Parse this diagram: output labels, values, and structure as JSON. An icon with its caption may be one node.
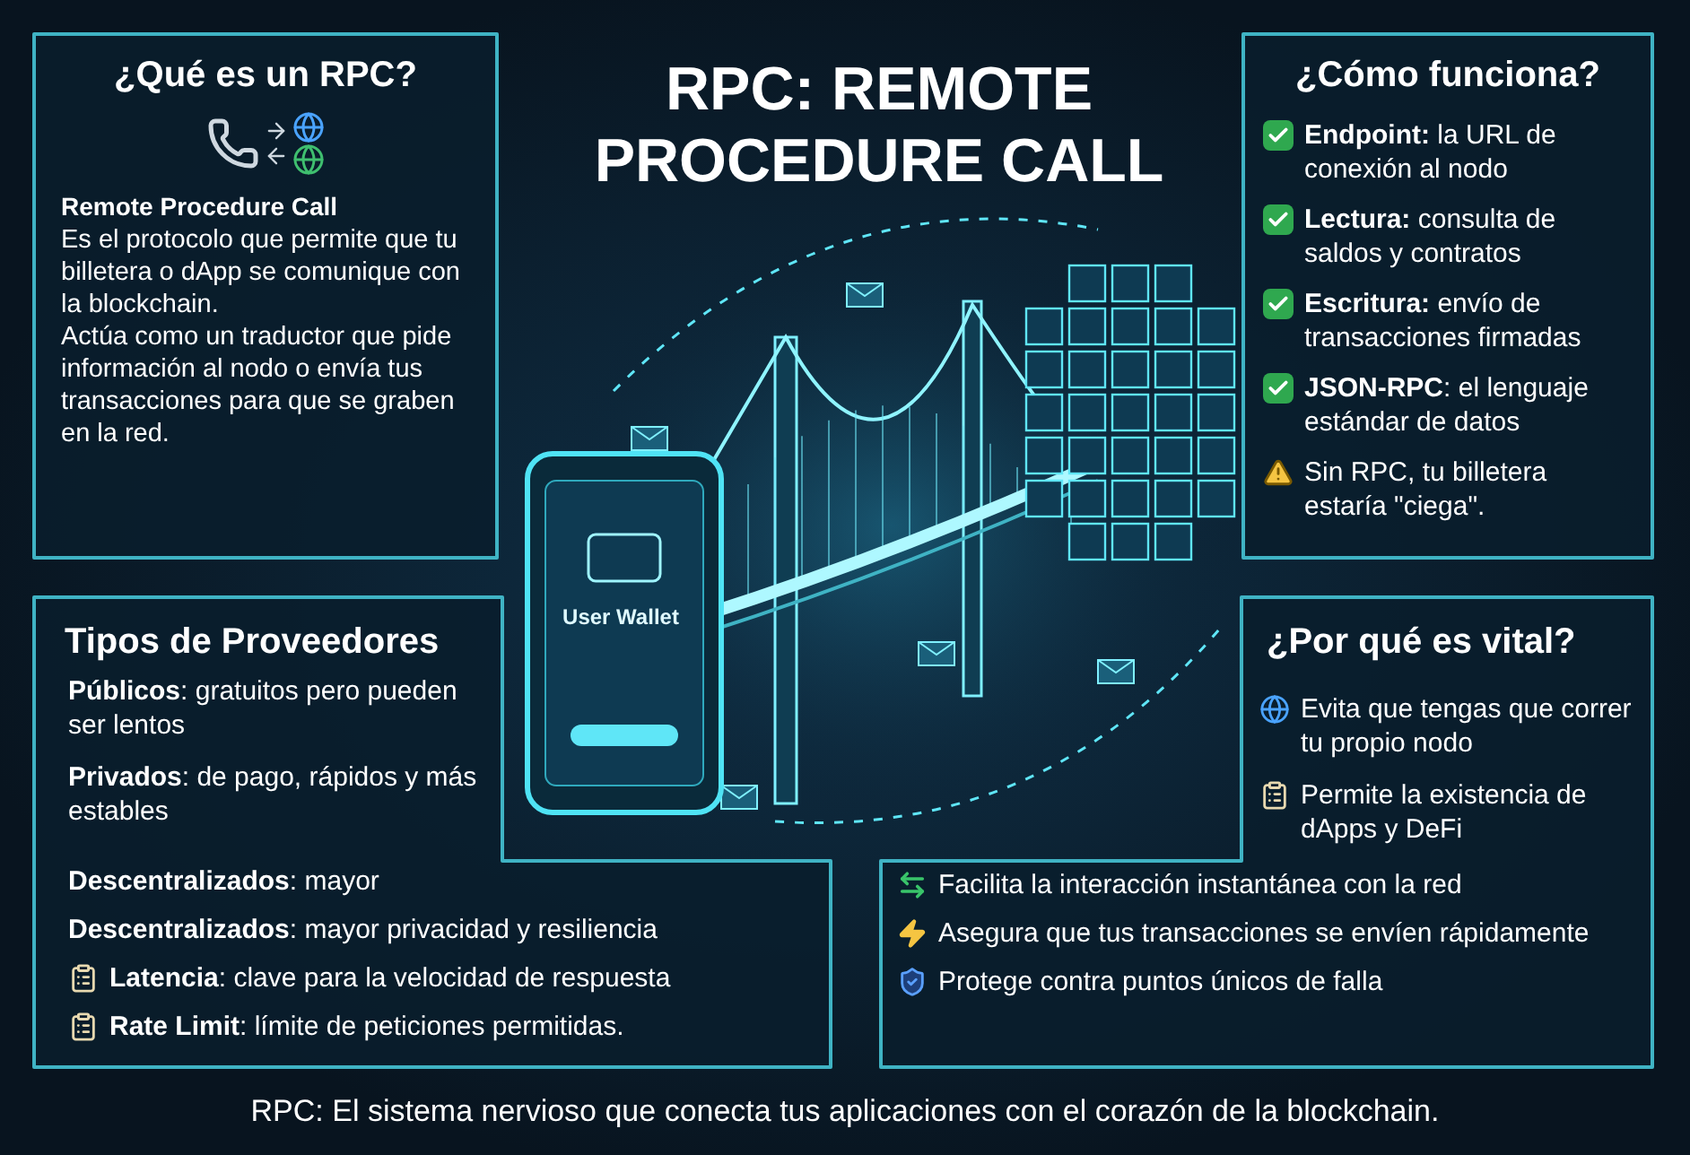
{
  "diagram": {
    "title": "RPC: REMOTE PROCEDURE CALL",
    "caption": "RPC: El sistema nervioso que conecta tus aplicaciones con el corazón de la blockchain.",
    "nodes": [
      {
        "text": [
          "¿Qué es un RPC?",
          "Remote Procedure Call",
          "Es el protocolo que permite que tu billetera o dApp se comunique con la blockchain.",
          "Actúa como un traductor que pide información al nodo o envía tus transacciones para que se graben en la red."
        ]
      },
      {
        "text": [
          "¿Cómo funciona?",
          "**Endpoint:** la URL de conexión al nodo",
          "**Lectura:** consulta de saldos y contratos",
          "**Escritura:** envío de transacciones firmadas",
          "**JSON-RPC**: el lenguaje estándar de datos",
          "Sin RPC, tu billetera estaría \"ciega\"."
        ]
      },
      {
        "text": [
          "Tipos de Proveedores",
          "**Públicos**: gratuitos pero pueden ser lentos",
          "**Privados**: de pago, rápidos y más estables",
          "**Descentralizados**: mayor",
          "**Descentralizados**: mayor privacidad y resiliencia",
          "**Latencia**: clave para la velocidad de respuesta",
          "**Rate Limit**: límite de peticiones permitidas."
        ]
      },
      {
        "text": [
          "¿Por qué es vital?",
          "Evita que tengas que correr tu propio nodo",
          "Permite la existencia de dApps y DeFi",
          "Facilita la interacción instantánea con la red",
          "Asegura que tus transacciones se envíen rápidamente",
          "Protege contra puntos únicos de falla"
        ]
      }
    ],
    "labels": [
      "User Wallet"
    ]
  }
}
